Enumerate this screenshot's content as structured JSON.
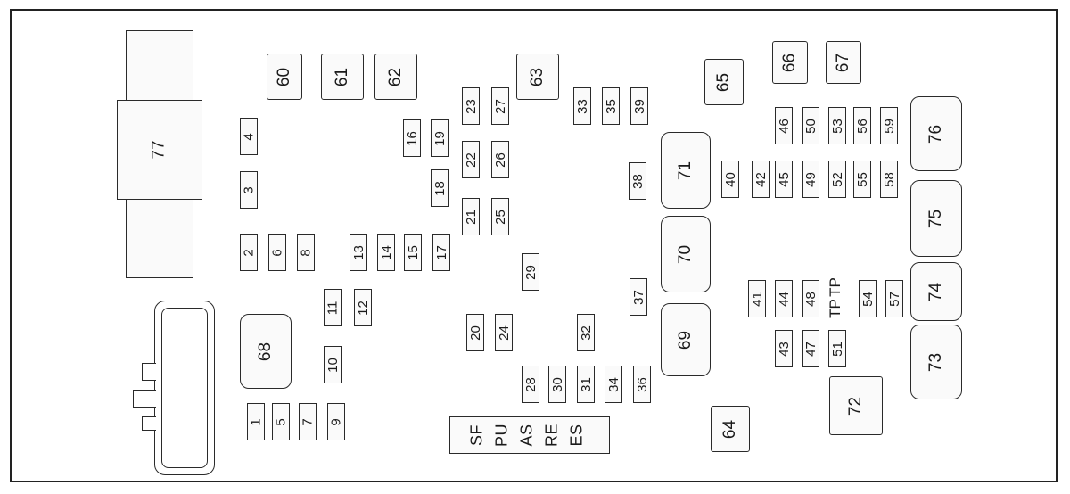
{
  "diagram": {
    "connector_main_label": "77",
    "components": [
      {
        "id": "60",
        "label": "60"
      },
      {
        "id": "61",
        "label": "61"
      },
      {
        "id": "62",
        "label": "62"
      },
      {
        "id": "63",
        "label": "63"
      },
      {
        "id": "64",
        "label": "64"
      },
      {
        "id": "65",
        "label": "65"
      },
      {
        "id": "66",
        "label": "66"
      },
      {
        "id": "67",
        "label": "67"
      },
      {
        "id": "68",
        "label": "68"
      },
      {
        "id": "69",
        "label": "69"
      },
      {
        "id": "70",
        "label": "70"
      },
      {
        "id": "71",
        "label": "71"
      },
      {
        "id": "72",
        "label": "72"
      },
      {
        "id": "73",
        "label": "73"
      },
      {
        "id": "74",
        "label": "74"
      },
      {
        "id": "75",
        "label": "75"
      },
      {
        "id": "76",
        "label": "76"
      },
      {
        "id": "1",
        "label": "1"
      },
      {
        "id": "2",
        "label": "2"
      },
      {
        "id": "3",
        "label": "3"
      },
      {
        "id": "4",
        "label": "4"
      },
      {
        "id": "5",
        "label": "5"
      },
      {
        "id": "6",
        "label": "6"
      },
      {
        "id": "7",
        "label": "7"
      },
      {
        "id": "8",
        "label": "8"
      },
      {
        "id": "9",
        "label": "9"
      },
      {
        "id": "10",
        "label": "10"
      },
      {
        "id": "11",
        "label": "11"
      },
      {
        "id": "12",
        "label": "12"
      },
      {
        "id": "13",
        "label": "13"
      },
      {
        "id": "14",
        "label": "14"
      },
      {
        "id": "15",
        "label": "15"
      },
      {
        "id": "16",
        "label": "16"
      },
      {
        "id": "17",
        "label": "17"
      },
      {
        "id": "18",
        "label": "18"
      },
      {
        "id": "19",
        "label": "19"
      },
      {
        "id": "20",
        "label": "20"
      },
      {
        "id": "21",
        "label": "21"
      },
      {
        "id": "22",
        "label": "22"
      },
      {
        "id": "23",
        "label": "23"
      },
      {
        "id": "24",
        "label": "24"
      },
      {
        "id": "25",
        "label": "25"
      },
      {
        "id": "26",
        "label": "26"
      },
      {
        "id": "27",
        "label": "27"
      },
      {
        "id": "28",
        "label": "28"
      },
      {
        "id": "29",
        "label": "29"
      },
      {
        "id": "30",
        "label": "30"
      },
      {
        "id": "31",
        "label": "31"
      },
      {
        "id": "32",
        "label": "32"
      },
      {
        "id": "33",
        "label": "33"
      },
      {
        "id": "34",
        "label": "34"
      },
      {
        "id": "35",
        "label": "35"
      },
      {
        "id": "36",
        "label": "36"
      },
      {
        "id": "37",
        "label": "37"
      },
      {
        "id": "38",
        "label": "38"
      },
      {
        "id": "39",
        "label": "39"
      },
      {
        "id": "40",
        "label": "40"
      },
      {
        "id": "41",
        "label": "41"
      },
      {
        "id": "42",
        "label": "42"
      },
      {
        "id": "43",
        "label": "43"
      },
      {
        "id": "44",
        "label": "44"
      },
      {
        "id": "45",
        "label": "45"
      },
      {
        "id": "46",
        "label": "46"
      },
      {
        "id": "47",
        "label": "47"
      },
      {
        "id": "48",
        "label": "48"
      },
      {
        "id": "49",
        "label": "49"
      },
      {
        "id": "50",
        "label": "50"
      },
      {
        "id": "51",
        "label": "51"
      },
      {
        "id": "52",
        "label": "52"
      },
      {
        "id": "53",
        "label": "53"
      },
      {
        "id": "54",
        "label": "54"
      },
      {
        "id": "55",
        "label": "55"
      },
      {
        "id": "56",
        "label": "56"
      },
      {
        "id": "57",
        "label": "57"
      },
      {
        "id": "58",
        "label": "58"
      },
      {
        "id": "59",
        "label": "59"
      }
    ],
    "strip_labels": [
      "SF",
      "PU",
      "AS",
      "RE",
      "ES"
    ],
    "tp_labels": [
      "TP",
      "TP"
    ]
  }
}
